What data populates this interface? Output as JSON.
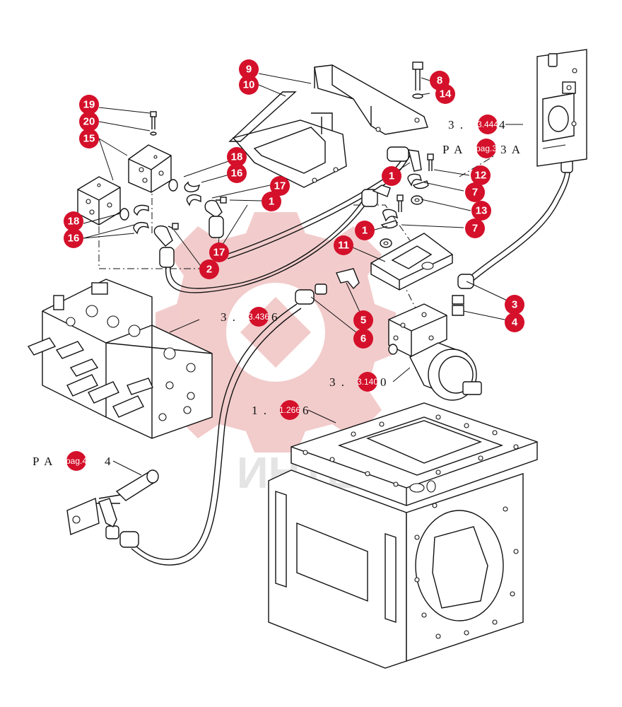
{
  "watermark": {
    "text": "ИНТЕХ",
    "color": "#e8a2a2"
  },
  "badge_color": "#d4102a",
  "callouts": {
    "c9": "9",
    "c10": "10",
    "c8": "8",
    "c14": "14",
    "c19": "19",
    "c20": "20",
    "c15": "15",
    "c18a": "18",
    "c16a": "16",
    "c17a": "17",
    "c1a": "1",
    "c18b": "18",
    "c16b": "16",
    "c17b": "17",
    "c2": "2",
    "c1b": "1",
    "c12": "12",
    "c7a": "7",
    "c13": "13",
    "c7b": "7",
    "c1c": "1",
    "c11": "11",
    "c3": "3",
    "c4": "4",
    "c5": "5",
    "c6": "6"
  },
  "references": {
    "ref_3444": {
      "prefix": "3 .",
      "badge": "3.444",
      "suffix": "4"
    },
    "ref_pag3": {
      "prefix": "P A",
      "badge": "pag.3",
      "suffix": "3 A"
    },
    "ref_3436": {
      "prefix": "3 .",
      "badge": "3.436",
      "suffix": "6"
    },
    "ref_3140": {
      "prefix": "3 .",
      "badge": "3.140",
      "suffix": "0"
    },
    "ref_1266": {
      "prefix": "1 .",
      "badge": "1.266",
      "suffix": "6"
    },
    "ref_pag4": {
      "prefix": "P A",
      "badge": "pag.4",
      "suffix": "4"
    }
  }
}
